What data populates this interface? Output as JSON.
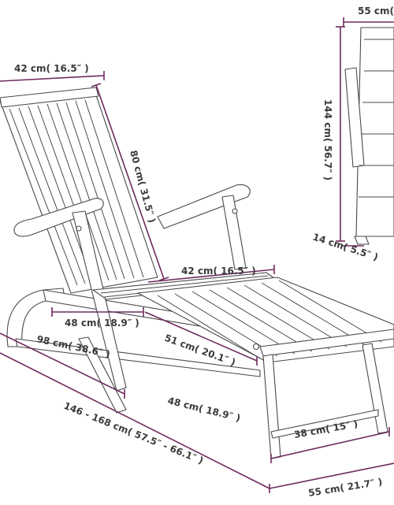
{
  "dimensions": {
    "backrest_width": "42 cm( 16.5″ )",
    "backrest_height": "80 cm( 31.5″ )",
    "seat_width": "42 cm( 16.5″ )",
    "armrest_gap": "48 cm( 18.9″ )",
    "seat_depth": "51 cm( 20.1″ )",
    "side_depth": "98 cm( 38.6″ )",
    "footrest_length": "48 cm( 18.9″ )",
    "total_length": "146 - 168 cm( 57.5″ - 66.1″ )",
    "foot_height": "38 cm( 15″ )",
    "total_width": "55 cm( 21.7″ )",
    "folded_width": "55 cm(",
    "folded_height": "144 cm( 56.7″ )",
    "folded_depth": "14 cm( 5.5″ )"
  }
}
